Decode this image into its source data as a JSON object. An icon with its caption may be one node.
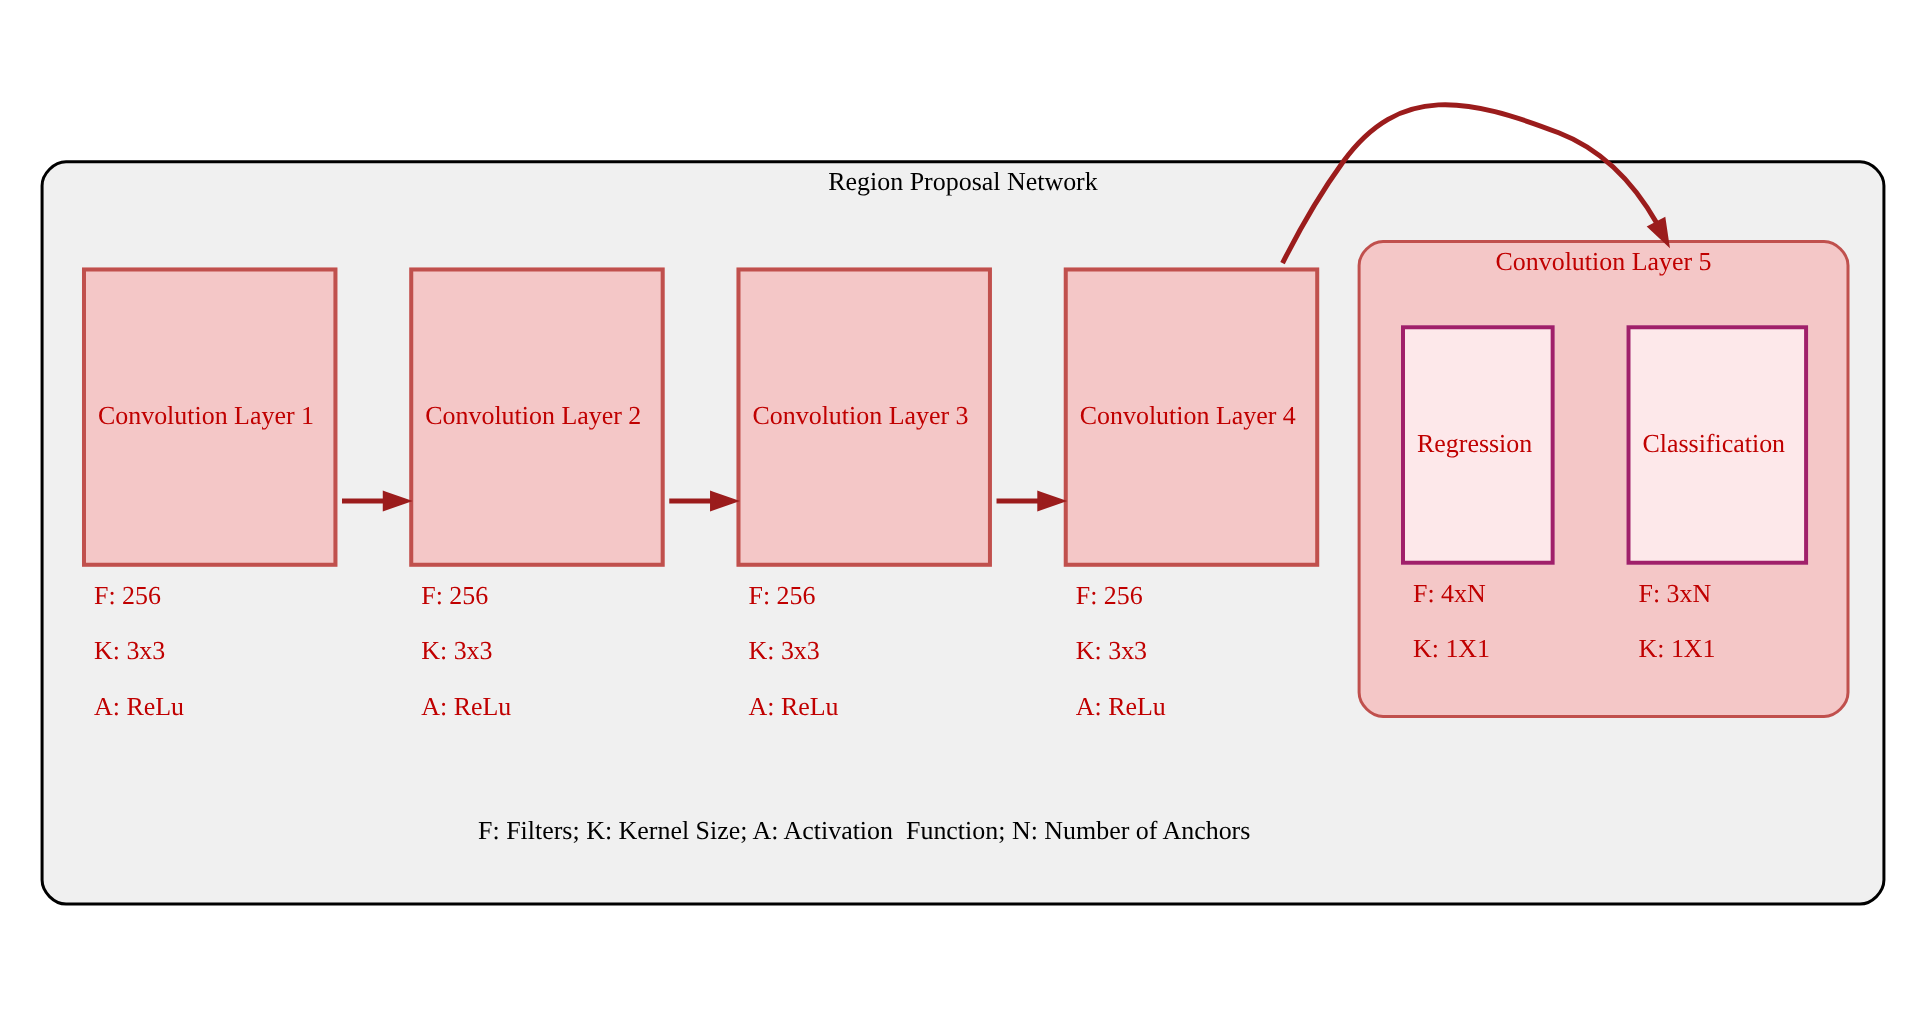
{
  "diagram": {
    "nodes": [
      {
        "text": [
          "Region Proposal Network"
        ]
      },
      {
        "text": [
          "Convolution Layer 1"
        ],
        "in": 0,
        "beside": [
          "F: 256",
          "K: 3x3",
          "A: ReLu"
        ]
      },
      {
        "text": [
          "Convolution Layer 2"
        ],
        "in": 0,
        "beside": [
          "F: 256",
          "K: 3x3",
          "A: ReLu"
        ]
      },
      {
        "text": [
          "Convolution Layer 3"
        ],
        "in": 0,
        "beside": [
          "F: 256",
          "K: 3x3",
          "A: ReLu"
        ]
      },
      {
        "text": [
          "Convolution Layer 4"
        ],
        "in": 0,
        "beside": [
          "F: 256",
          "K: 3x3",
          "A: ReLu"
        ]
      },
      {
        "text": [
          "Convolution Layer 5"
        ],
        "in": 0
      },
      {
        "text": [
          "Classification"
        ],
        "in": 5,
        "beside": [
          "F: 3xN",
          "K: 1X1"
        ]
      },
      {
        "text": [
          "Regression"
        ],
        "in": 5,
        "beside": [
          "F: 4xN",
          "K: 1X1"
        ]
      }
    ],
    "edges": [
      {
        "from": 1,
        "to": 2,
        "arrow": "to"
      },
      {
        "from": 2,
        "to": 3,
        "arrow": "to"
      },
      {
        "from": 3,
        "to": 4,
        "arrow": "to"
      },
      {
        "from": 4,
        "to": 5,
        "arrow": "to"
      }
    ],
    "labels": [
      "F: Filters; K: Kernel Size; A: Activation  Function; N: Number of Anchors"
    ]
  }
}
